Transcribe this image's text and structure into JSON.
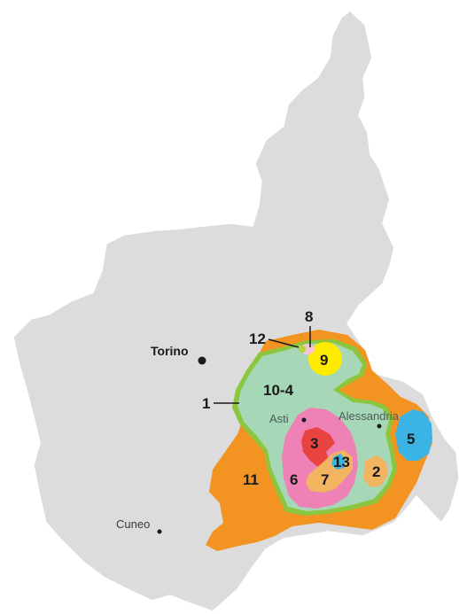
{
  "colors": {
    "region": "#dcdcdc",
    "region_stroke": "#ffffff",
    "zone_orange": "#f39322",
    "zone_green": "#a6d8b8",
    "zone_green_border": "#8cc63f",
    "zone_pink": "#ee82b6",
    "zone_red": "#e94340",
    "zone_tan": "#f2b460",
    "zone_blue": "#3bb4e5",
    "zone_yellow": "#ffeb00",
    "zone_lime": "#b5d334",
    "zone_lightpink": "#f6c3d4"
  },
  "cities": {
    "torino": "Torino",
    "asti": "Asti",
    "alessandria": "Alessandria",
    "cuneo": "Cuneo"
  },
  "zones": {
    "z1": "1",
    "z2": "2",
    "z3": "3",
    "z5": "5",
    "z6": "6",
    "z7": "7",
    "z8": "8",
    "z9": "9",
    "z10_4": "10-4",
    "z11": "11",
    "z12": "12",
    "z13": "13"
  }
}
